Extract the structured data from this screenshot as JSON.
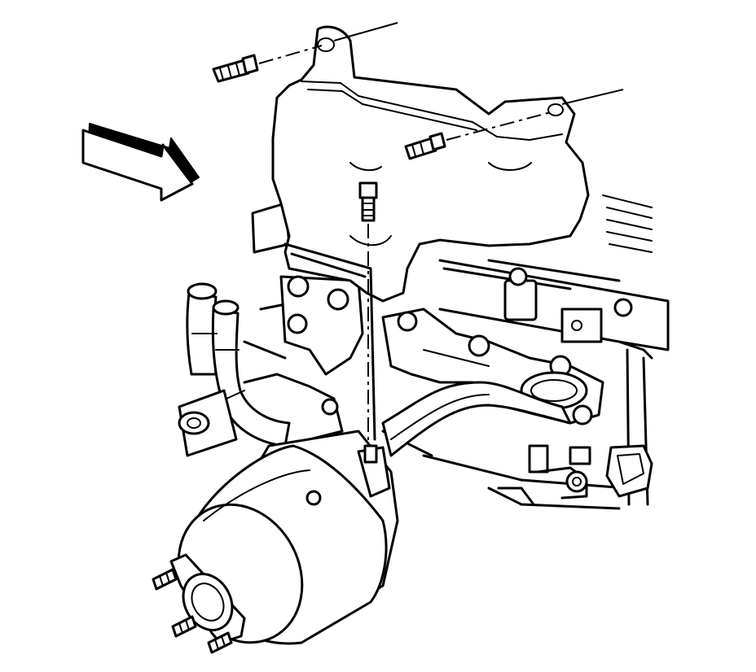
{
  "diagram": {
    "colors": {
      "line": "#000000",
      "background": "#ffffff"
    },
    "parts": [
      "direction-arrow",
      "heat-shield",
      "shield-stud-left",
      "shield-stud-right",
      "shield-stud-center",
      "exhaust-manifold",
      "engine-block",
      "egr-tube",
      "coolant-hoses",
      "catalytic-converter",
      "converter-flange-studs"
    ]
  }
}
